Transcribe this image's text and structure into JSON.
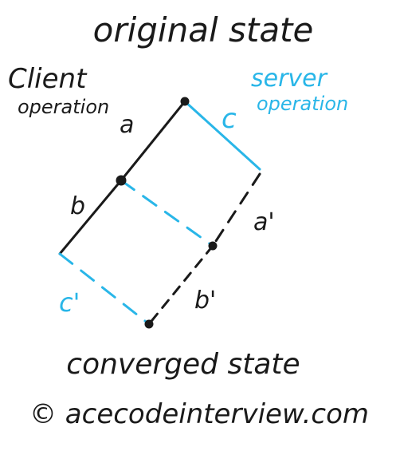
{
  "title": "original state",
  "labels": {
    "client": "Client",
    "client_operation": "operation",
    "server": "server",
    "server_operation": "operation",
    "a": "a",
    "b": "b",
    "c": "c",
    "a_prime": "a'",
    "b_prime": "b'",
    "c_prime": "c'",
    "converged": "converged state",
    "copyright": "© acecodeinterview.com"
  },
  "colors": {
    "ink": "#1a1a1a",
    "server": "#29b6e8"
  }
}
